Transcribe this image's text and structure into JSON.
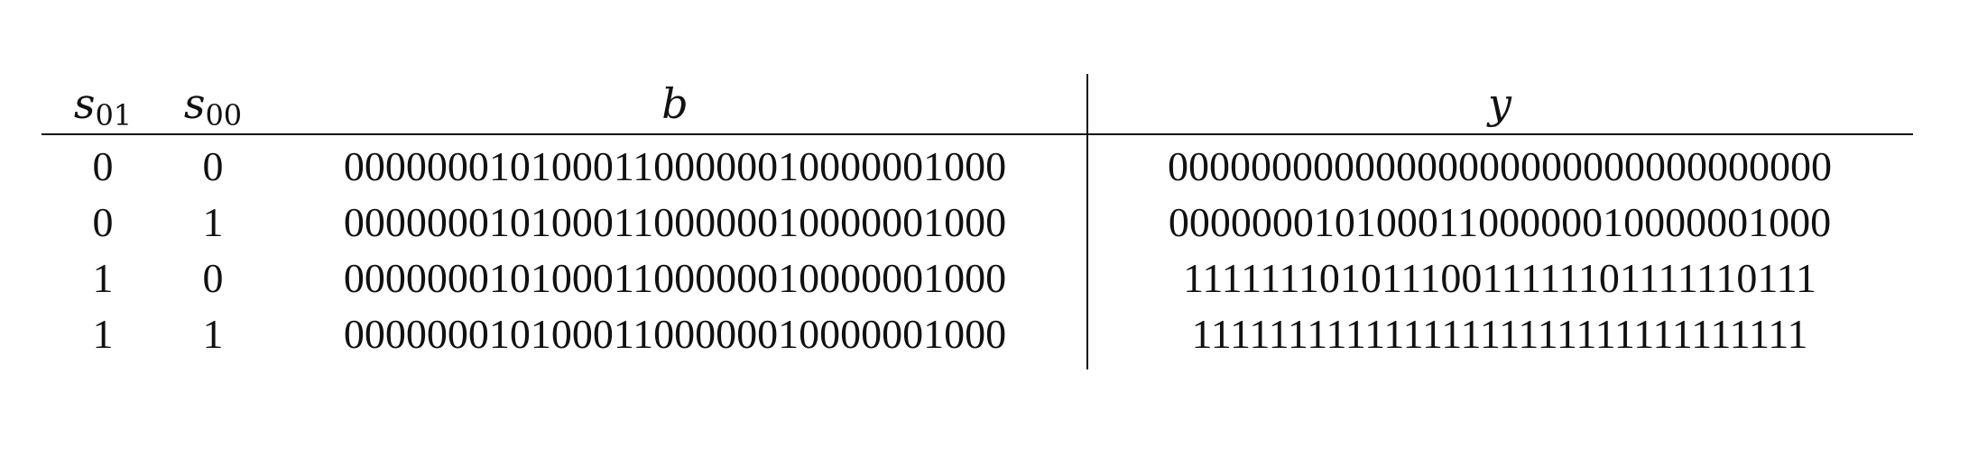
{
  "table": {
    "headers": {
      "s01": {
        "base": "s",
        "sub": "01"
      },
      "s00": {
        "base": "s",
        "sub": "00"
      },
      "b": "b",
      "y": "y"
    },
    "rows": [
      {
        "s01": "0",
        "s00": "0",
        "b": "00000001010001100000010000001000",
        "y": "00000000000000000000000000000000"
      },
      {
        "s01": "0",
        "s00": "1",
        "b": "00000001010001100000010000001000",
        "y": "00000001010001100000010000001000"
      },
      {
        "s01": "1",
        "s00": "0",
        "b": "00000001010001100000010000001000",
        "y": "11111110101110011111101111110111"
      },
      {
        "s01": "1",
        "s00": "1",
        "b": "00000001010001100000010000001000",
        "y": "11111111111111111111111111111111"
      }
    ]
  }
}
